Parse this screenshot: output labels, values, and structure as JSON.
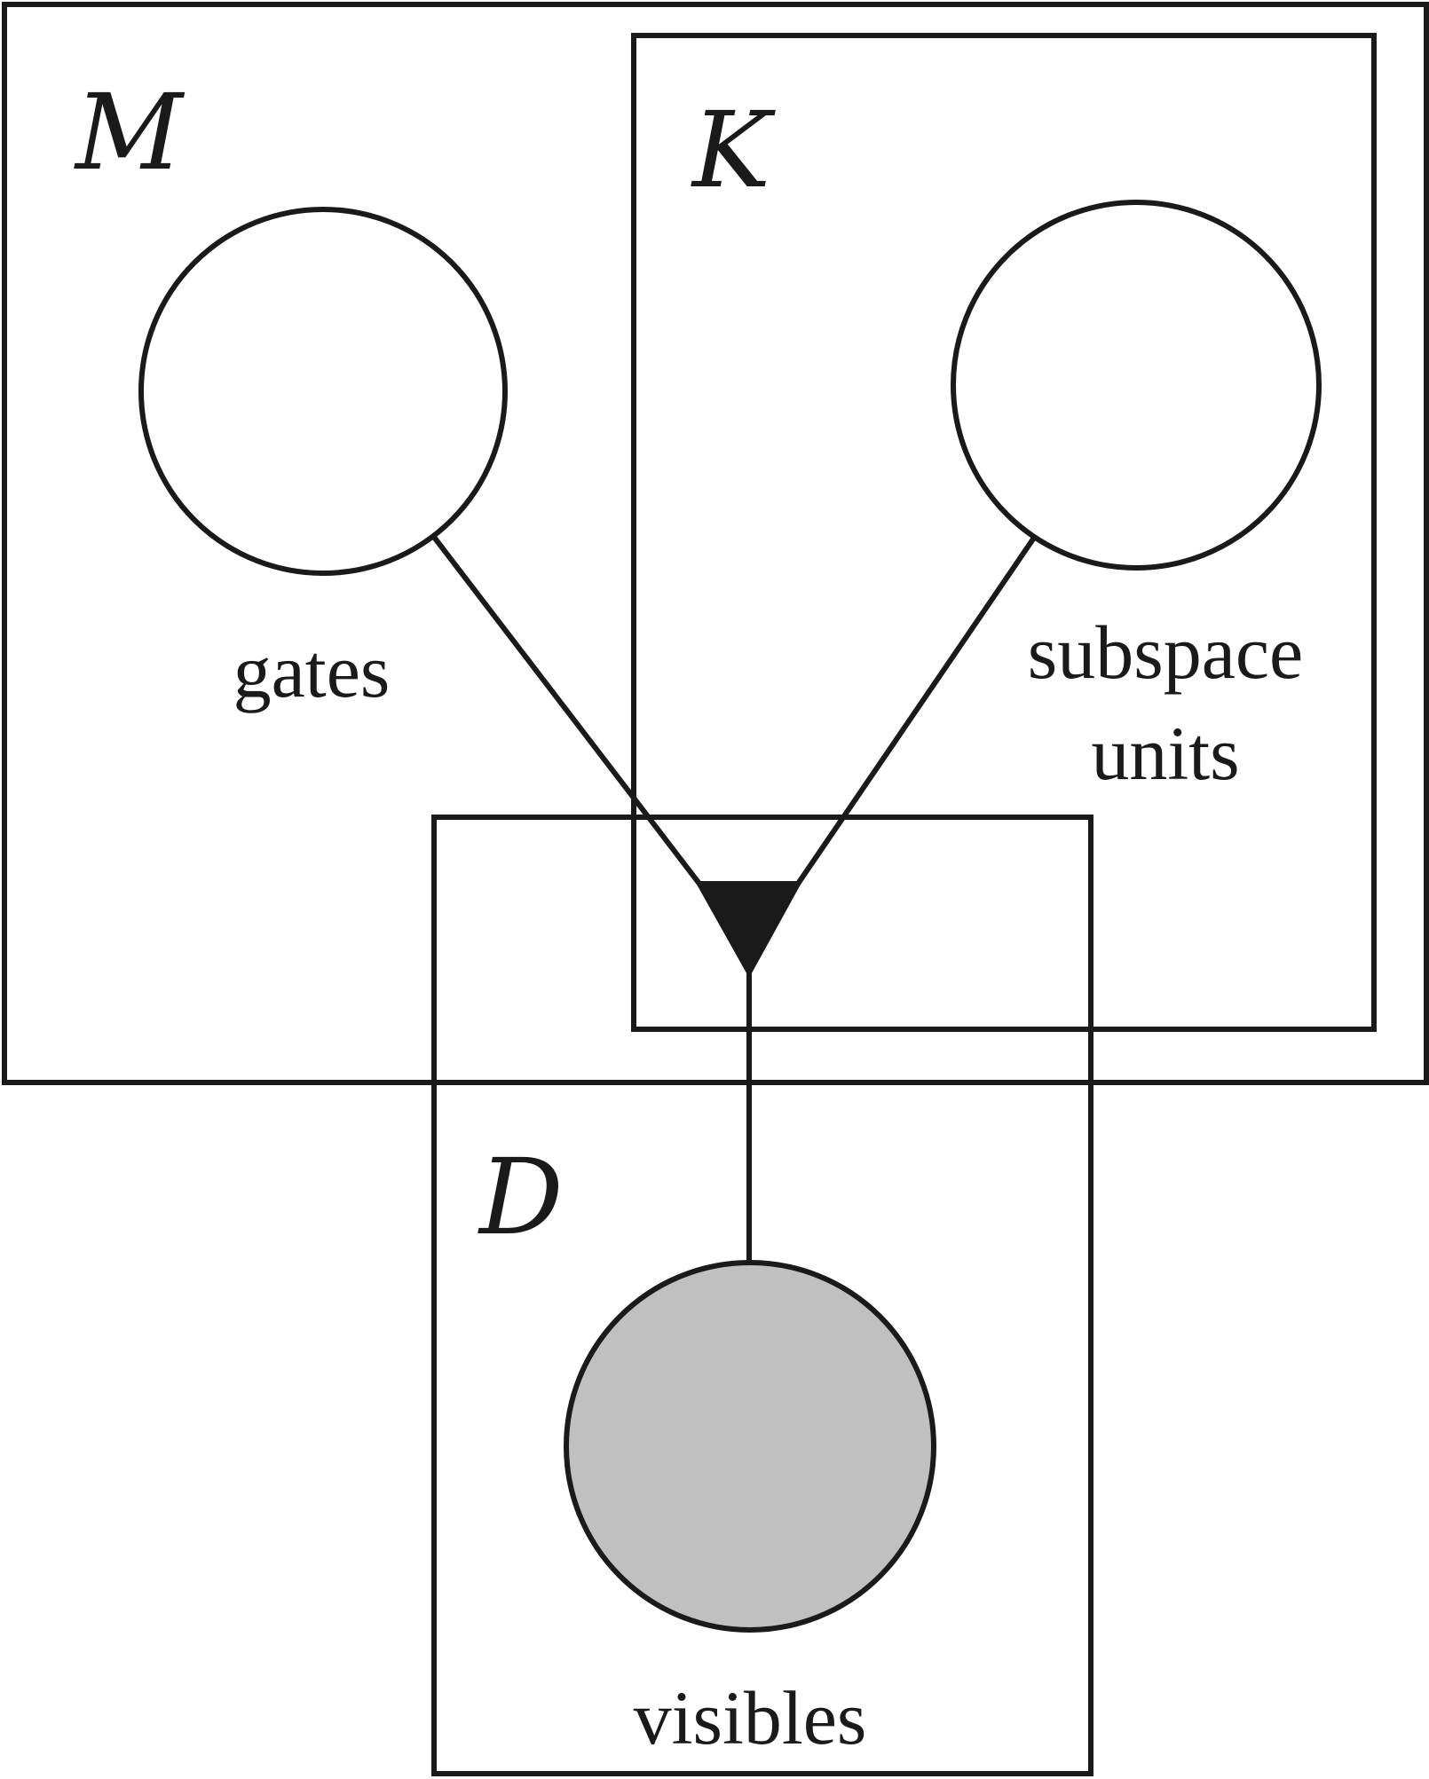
{
  "plates": {
    "M": {
      "label": "M"
    },
    "K": {
      "label": "K"
    },
    "D": {
      "label": "D"
    }
  },
  "nodes": {
    "gates": {
      "label": "gates",
      "observed": false
    },
    "subspace_units": {
      "label_line1": "subspace",
      "label_line2": "units",
      "observed": false
    },
    "visibles": {
      "label": "visibles",
      "observed": true
    }
  },
  "colors": {
    "stroke": "#1a1a1a",
    "observed_fill": "#c0c0c0",
    "hidden_fill": "#ffffff",
    "gate_fill": "#1a1a1a"
  }
}
